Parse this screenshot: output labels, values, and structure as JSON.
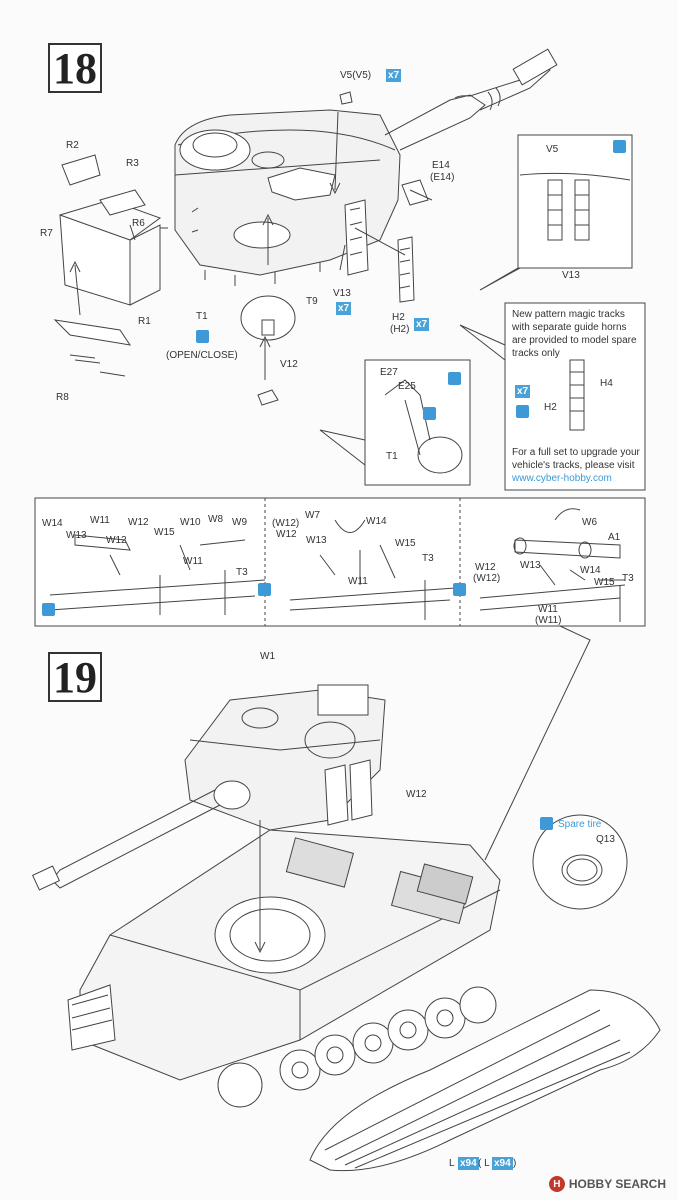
{
  "steps": {
    "step18": "18",
    "step19": "19"
  },
  "labels": {
    "v5": "V5(V5)",
    "v5_qty": "x7",
    "r2": "R2",
    "r3": "R3",
    "r6": "R6",
    "r7": "R7",
    "r1": "R1",
    "r8": "R8",
    "t1": "T1",
    "open_close": "(OPEN/CLOSE)",
    "v12": "V12",
    "t9": "T9",
    "v13": "V13",
    "v13_qty": "x7",
    "e14": "E14",
    "e14b": "(E14)",
    "h2": "H2",
    "h2b": "(H2)",
    "h2_qty": "x7",
    "detail_v5": "V5",
    "detail_v13": "V13",
    "e27": "E27",
    "e25": "E25",
    "t1b": "T1",
    "h4": "H4",
    "h2c": "H2"
  },
  "note": {
    "line1": "New pattern magic tracks",
    "line2": "with separate guide horns",
    "line3": "are provided to model spare",
    "line4": "tracks only",
    "line5": "For a full set to upgrade your",
    "line6": "vehicle's tracks, please visit",
    "link": "www.cyber-hobby.com"
  },
  "panel": {
    "a": {
      "w14": "W14",
      "w11": "W11",
      "w13": "W13",
      "w12": "W12",
      "w12b": "W12",
      "w15": "W15",
      "w10": "W10",
      "w8": "W8",
      "w9": "W9",
      "w11b": "W11",
      "t3": "T3"
    },
    "b": {
      "w7": "W7",
      "w12p": "(W12)",
      "w12": "W12",
      "w14": "W14",
      "w13": "W13",
      "w15": "W15",
      "w11": "W11",
      "t3": "T3"
    },
    "c": {
      "w6": "W6",
      "a1": "A1",
      "w12": "W12",
      "w12p": "(W12)",
      "w13": "W13",
      "w14": "W14",
      "w15": "W15",
      "w11": "W11",
      "w11p": "(W11)",
      "t3": "T3"
    }
  },
  "step19": {
    "w1": "W1",
    "w12": "W12",
    "spare": "Spare tire",
    "q13": "Q13",
    "l": "L",
    "l_qty": "x94",
    "lp_open": "( L",
    "lp_qty": "x94",
    "lp_close": ")"
  },
  "watermark": {
    "icon": "H",
    "text": "HOBBY SEARCH"
  }
}
